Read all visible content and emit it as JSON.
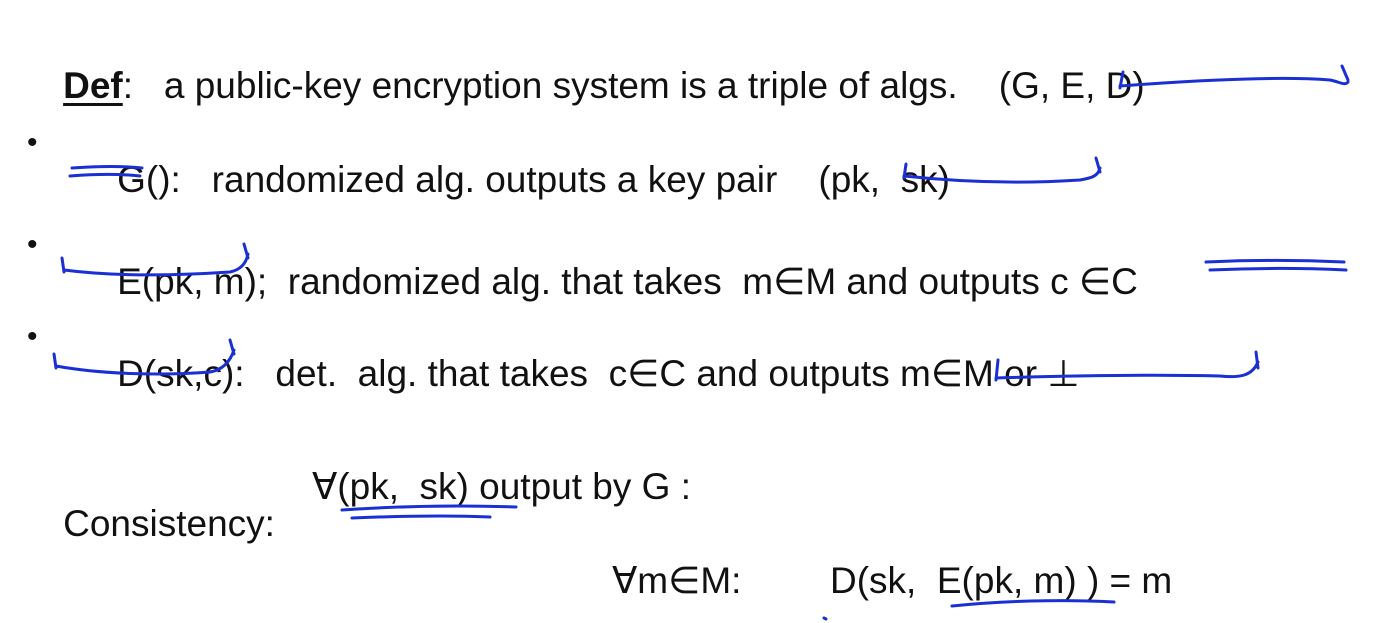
{
  "definition": {
    "label": "Def",
    "text": ":   a public-key encryption system is a triple of algs.    (G, E, D)"
  },
  "bullets": [
    {
      "symbol": "•",
      "name": "G():",
      "text": "   randomized alg. outputs a key pair    (pk,  sk)"
    },
    {
      "symbol": "•",
      "name": "E(pk, m);",
      "text": "  randomized alg. that takes  m∈M and outputs c ∈C"
    },
    {
      "symbol": "•",
      "name": "D(sk,c):",
      "text": "   det.  alg. that takes  c∈C and outputs m∈M or ⊥"
    }
  ],
  "consistency": {
    "label": "Consistency:",
    "text": "∀(pk,  sk) output by G :"
  },
  "formula": {
    "quantifier": "∀m∈M:",
    "expression": "D(sk,  E(pk, m) ) = m"
  },
  "annotation_color": "#1a2fd4"
}
